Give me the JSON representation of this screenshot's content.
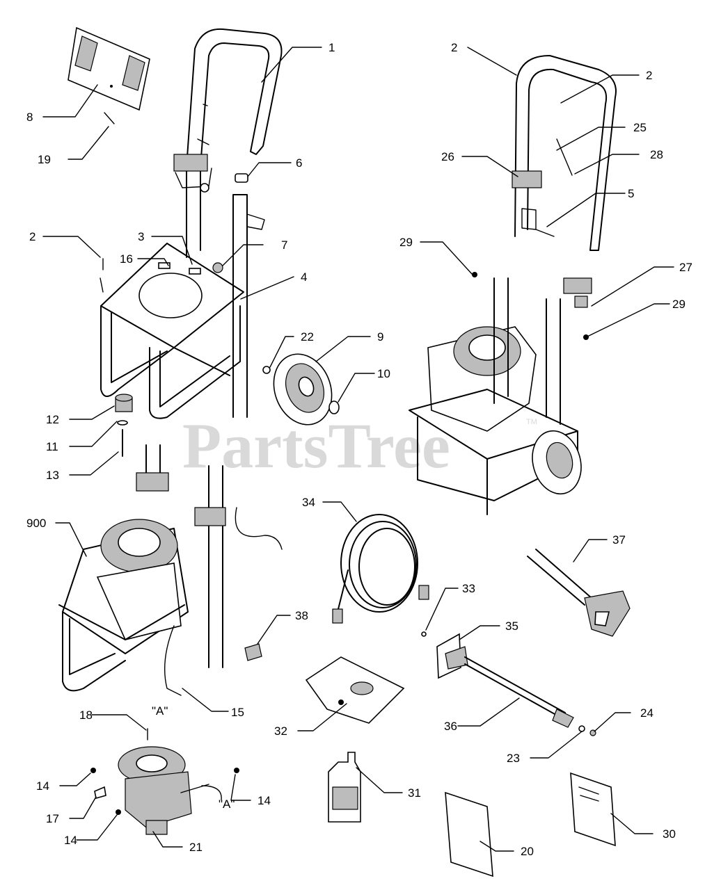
{
  "watermark": {
    "text": "PartsTree",
    "tm": "TM"
  },
  "callouts": [
    {
      "id": "c1",
      "text": "1"
    },
    {
      "id": "c2a",
      "text": "2"
    },
    {
      "id": "c2b",
      "text": "2"
    },
    {
      "id": "c2c",
      "text": "2"
    },
    {
      "id": "c3",
      "text": "3"
    },
    {
      "id": "c4",
      "text": "4"
    },
    {
      "id": "c5",
      "text": "5"
    },
    {
      "id": "c6",
      "text": "6"
    },
    {
      "id": "c7",
      "text": "7"
    },
    {
      "id": "c8",
      "text": "8"
    },
    {
      "id": "c9",
      "text": "9"
    },
    {
      "id": "c10",
      "text": "10"
    },
    {
      "id": "c11",
      "text": "11"
    },
    {
      "id": "c12",
      "text": "12"
    },
    {
      "id": "c13",
      "text": "13"
    },
    {
      "id": "c14a",
      "text": "14"
    },
    {
      "id": "c14b",
      "text": "14"
    },
    {
      "id": "c14c",
      "text": "14"
    },
    {
      "id": "c15",
      "text": "15"
    },
    {
      "id": "c16",
      "text": "16"
    },
    {
      "id": "c17",
      "text": "17"
    },
    {
      "id": "c18",
      "text": "18"
    },
    {
      "id": "c19",
      "text": "19"
    },
    {
      "id": "c20",
      "text": "20"
    },
    {
      "id": "c21",
      "text": "21"
    },
    {
      "id": "c22",
      "text": "22"
    },
    {
      "id": "c23",
      "text": "23"
    },
    {
      "id": "c24",
      "text": "24"
    },
    {
      "id": "c25",
      "text": "25"
    },
    {
      "id": "c26",
      "text": "26"
    },
    {
      "id": "c27",
      "text": "27"
    },
    {
      "id": "c28",
      "text": "28"
    },
    {
      "id": "c29a",
      "text": "29"
    },
    {
      "id": "c29b",
      "text": "29"
    },
    {
      "id": "c30",
      "text": "30"
    },
    {
      "id": "c31",
      "text": "31"
    },
    {
      "id": "c32",
      "text": "32"
    },
    {
      "id": "c33",
      "text": "33"
    },
    {
      "id": "c34",
      "text": "34"
    },
    {
      "id": "c35",
      "text": "35"
    },
    {
      "id": "c36",
      "text": "36"
    },
    {
      "id": "c37",
      "text": "37"
    },
    {
      "id": "c38",
      "text": "38"
    },
    {
      "id": "c900",
      "text": "900"
    }
  ],
  "connection_marks": [
    {
      "id": "a1",
      "text": "\"A\""
    },
    {
      "id": "a2",
      "text": "\"A\""
    }
  ]
}
